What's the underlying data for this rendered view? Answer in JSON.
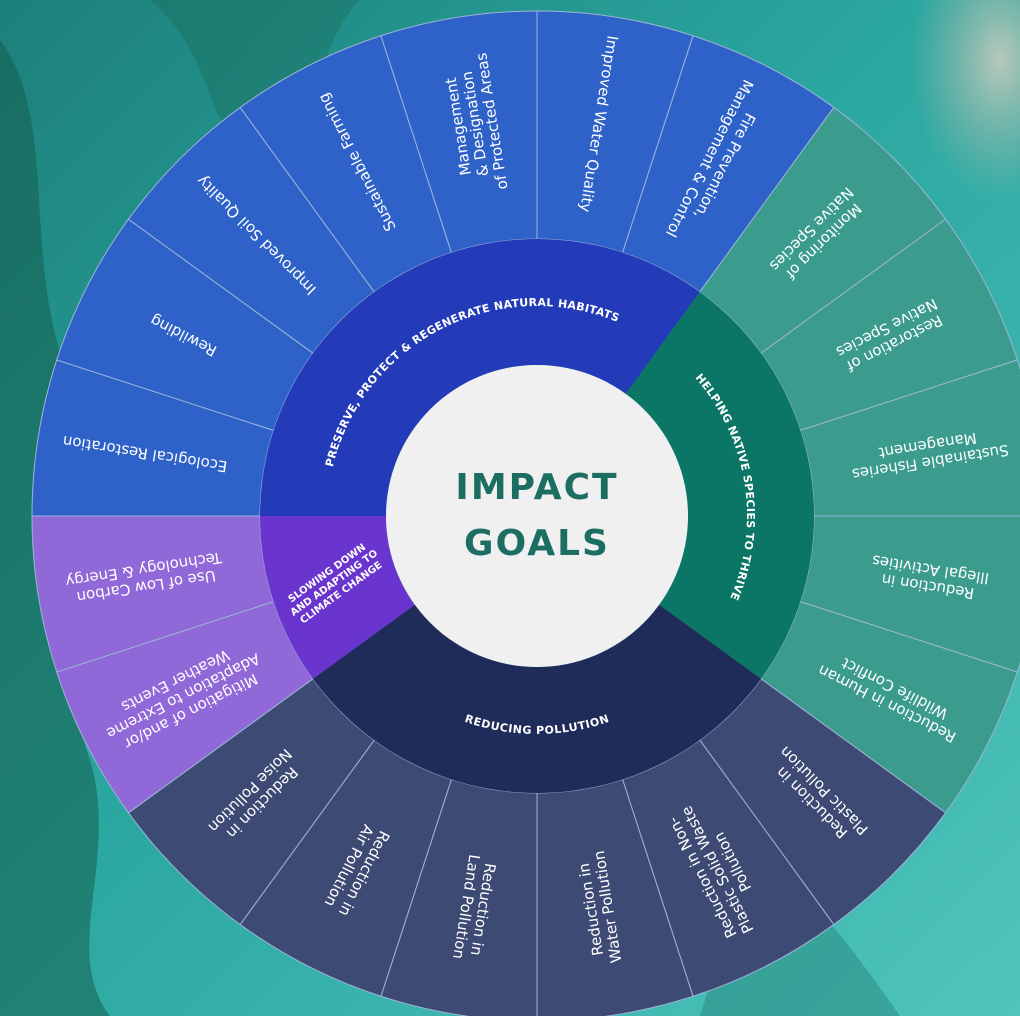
{
  "center": {
    "line1": "IMPACT",
    "line2": "GOALS",
    "color": "#1d6e62",
    "bg": "#f0f0f0"
  },
  "colors": {
    "separator": "#9bb4d6",
    "blue_inner": "#233bb8",
    "blue_outer": "#2e62c8",
    "teal_inner": "#0b7566",
    "teal_outer": "#3b9b8c",
    "purple_inner": "#6a35cf",
    "purple_outer": "#9068d8",
    "navy_inner": "#1f2c5a",
    "navy_outer": "#3c4a74",
    "text": "#ffffff"
  },
  "categories": [
    {
      "id": "preserve",
      "label": "PRESERVE, PROTECT & REGENERATE NATURAL HABITATS",
      "color": "blue_inner"
    },
    {
      "id": "native",
      "label": "HELPING NATIVE SPECIES TO THRIVE",
      "color": "teal_inner"
    },
    {
      "id": "pollution",
      "label": "REDUCING POLLUTION",
      "color": "navy_inner"
    },
    {
      "id": "climate",
      "label": [
        "SLOWING DOWN",
        "AND ADAPTING TO",
        "CLIMATE CHANGE"
      ],
      "color": "purple_inner"
    }
  ],
  "goals": [
    {
      "id": "ecological-restoration",
      "label": [
        "Ecological Restoration"
      ],
      "group": "preserve",
      "color": "blue_outer"
    },
    {
      "id": "rewilding",
      "label": [
        "Rewilding"
      ],
      "group": "preserve",
      "color": "blue_outer"
    },
    {
      "id": "improved-soil-quality",
      "label": [
        "Improved Soil Quality"
      ],
      "group": "preserve",
      "color": "blue_outer"
    },
    {
      "id": "sustainable-farming",
      "label": [
        "Sustainable Farming"
      ],
      "group": "preserve",
      "color": "blue_outer"
    },
    {
      "id": "protected-areas",
      "label": [
        "Management",
        "& Designation",
        "of Protected Areas"
      ],
      "group": "preserve",
      "color": "blue_outer"
    },
    {
      "id": "improved-water-quality",
      "label": [
        "Improved Water Quality"
      ],
      "group": "preserve",
      "color": "blue_outer"
    },
    {
      "id": "fire-prevention",
      "label": [
        "Fire Prevention,",
        "Management & Control"
      ],
      "group": "preserve",
      "color": "blue_outer"
    },
    {
      "id": "monitoring-native-species",
      "label": [
        "Monitoring of",
        "Native Species"
      ],
      "group": "native",
      "color": "teal_outer"
    },
    {
      "id": "restoration-native-species",
      "label": [
        "Restoration of",
        "Native Species"
      ],
      "group": "native",
      "color": "teal_outer"
    },
    {
      "id": "sustainable-fisheries",
      "label": [
        "Sustainable Fisheries",
        "Management"
      ],
      "group": "native",
      "color": "teal_outer"
    },
    {
      "id": "illegal-activities",
      "label": [
        "Reduction in",
        "Illegal Activities"
      ],
      "group": "native",
      "color": "teal_outer"
    },
    {
      "id": "human-wildlife-conflict",
      "label": [
        "Reduction in Human",
        "Wildlife Conflict"
      ],
      "group": "native",
      "color": "teal_outer"
    },
    {
      "id": "plastic-pollution",
      "label": [
        "Reduction in",
        "Plastic Pollution"
      ],
      "group": "pollution",
      "color": "navy_outer"
    },
    {
      "id": "non-plastic-waste",
      "label": [
        "Reduction in Non-",
        "Plastic Solid Waste",
        "Pollution"
      ],
      "group": "pollution",
      "color": "navy_outer"
    },
    {
      "id": "water-pollution",
      "label": [
        "Reduction in",
        "Water Pollution"
      ],
      "group": "pollution",
      "color": "navy_outer"
    },
    {
      "id": "land-pollution",
      "label": [
        "Reduction in",
        "Land Pollution"
      ],
      "group": "pollution",
      "color": "navy_outer"
    },
    {
      "id": "air-pollution",
      "label": [
        "Reduction in",
        "Air Pollution"
      ],
      "group": "pollution",
      "color": "navy_outer"
    },
    {
      "id": "noise-pollution",
      "label": [
        "Reduction in",
        "Noise Pollution"
      ],
      "group": "pollution",
      "color": "navy_outer"
    },
    {
      "id": "extreme-weather",
      "label": [
        "Mitigation of and/or",
        "Adaptation to Extreme",
        "Weather Events"
      ],
      "group": "climate",
      "color": "purple_outer"
    },
    {
      "id": "low-carbon",
      "label": [
        "Use of Low Carbon",
        "Technology & Energy"
      ],
      "group": "climate",
      "color": "purple_outer"
    }
  ]
}
